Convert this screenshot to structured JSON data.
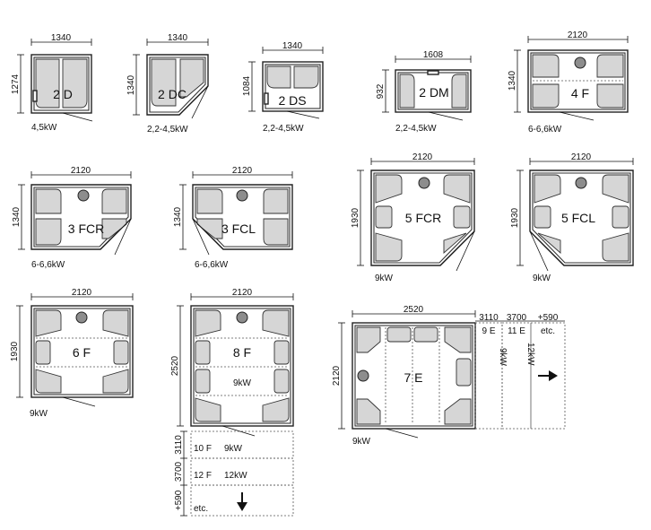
{
  "modules": {
    "m2d": {
      "name": "2 D",
      "width": "1340",
      "depth": "1274",
      "power": "4,5kW"
    },
    "m2dc": {
      "name": "2 DC",
      "width": "1340",
      "depth": "1340",
      "power": "2,2-4,5kW"
    },
    "m2ds": {
      "name": "2 DS",
      "width": "1340",
      "depth": "1084",
      "power": "2,2-4,5kW"
    },
    "m2dm": {
      "name": "2 DM",
      "width": "1608",
      "depth": "932",
      "power": "2,2-4,5kW"
    },
    "m4f": {
      "name": "4 F",
      "width": "2120",
      "depth": "1340",
      "power": "6-6,6kW"
    },
    "m3fcr": {
      "name": "3 FCR",
      "width": "2120",
      "depth": "1340",
      "power": "6-6,6kW"
    },
    "m3fcl": {
      "name": "3 FCL",
      "width": "2120",
      "depth": "1340",
      "power": "6-6,6kW"
    },
    "m5fcr": {
      "name": "5 FCR",
      "width": "2120",
      "depth": "1930",
      "power": "9kW"
    },
    "m5fcl": {
      "name": "5 FCL",
      "width": "2120",
      "depth": "1930",
      "power": "9kW"
    },
    "m6f": {
      "name": "6 F",
      "width": "2120",
      "depth": "1930",
      "power": "9kW"
    },
    "m8f": {
      "name": "8 F",
      "width": "2120",
      "depth": "2520",
      "power": "9kW"
    },
    "m7e": {
      "name": "7 E",
      "width": "2520",
      "depth": "2120",
      "power": "9kW"
    }
  },
  "ext8f": [
    {
      "dim": "3110",
      "name": "10 F",
      "power": "9kW"
    },
    {
      "dim": "3700",
      "name": "12 F",
      "power": "12kW"
    },
    {
      "dim": "+590",
      "name": "etc."
    }
  ],
  "ext7e": [
    {
      "dim": "3110",
      "name": "9 E",
      "power": "9kW"
    },
    {
      "dim": "3700",
      "name": "11 E",
      "power": "12kW"
    },
    {
      "dim": "+590",
      "name": "etc."
    }
  ],
  "arrows": {
    "down": "arrow-down-icon",
    "right": "arrow-right-icon"
  }
}
